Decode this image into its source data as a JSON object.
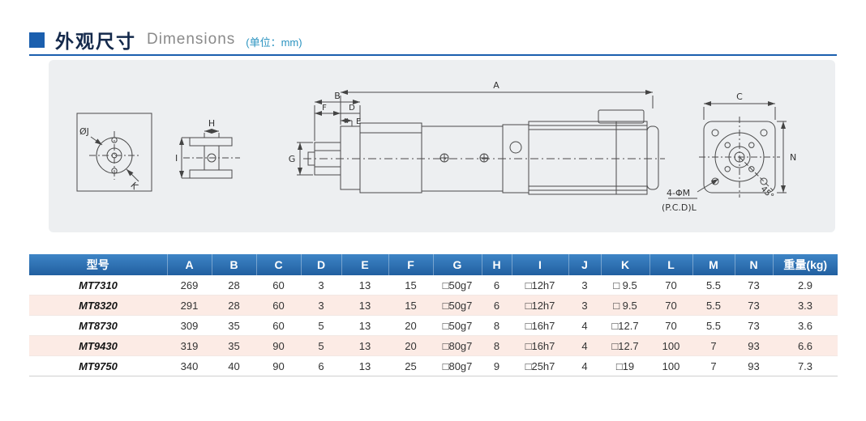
{
  "header": {
    "title_cn": "外观尺寸",
    "title_en": "Dimensions",
    "unit_note": "(单位：mm)"
  },
  "colors": {
    "accent": "#1b5fae",
    "table_header": "#2e6fb0",
    "row_alt": "#fcebe5",
    "unit_text": "#2a93c0"
  },
  "diagram": {
    "labels": {
      "left_detail": [
        "ØJ",
        "K",
        "H",
        "I"
      ],
      "side_view": [
        "B",
        "F",
        "D",
        "E",
        "A",
        "G"
      ],
      "front_view": [
        "C",
        "N",
        "4-ΦM",
        "(P.C.D)L",
        "45°"
      ]
    }
  },
  "table": {
    "columns": [
      "型号",
      "A",
      "B",
      "C",
      "D",
      "E",
      "F",
      "G",
      "H",
      "I",
      "J",
      "K",
      "L",
      "M",
      "N",
      "重量(kg)"
    ],
    "rows": [
      [
        "MT7310",
        "269",
        "28",
        "60",
        "3",
        "13",
        "15",
        "□50g7",
        "6",
        "□12h7",
        "3",
        "□ 9.5",
        "70",
        "5.5",
        "73",
        "2.9"
      ],
      [
        "MT8320",
        "291",
        "28",
        "60",
        "3",
        "13",
        "15",
        "□50g7",
        "6",
        "□12h7",
        "3",
        "□ 9.5",
        "70",
        "5.5",
        "73",
        "3.3"
      ],
      [
        "MT8730",
        "309",
        "35",
        "60",
        "5",
        "13",
        "20",
        "□50g7",
        "8",
        "□16h7",
        "4",
        "□12.7",
        "70",
        "5.5",
        "73",
        "3.6"
      ],
      [
        "MT9430",
        "319",
        "35",
        "90",
        "5",
        "13",
        "20",
        "□80g7",
        "8",
        "□16h7",
        "4",
        "□12.7",
        "100",
        "7",
        "93",
        "6.6"
      ],
      [
        "MT9750",
        "340",
        "40",
        "90",
        "6",
        "13",
        "25",
        "□80g7",
        "9",
        "□25h7",
        "4",
        "□19",
        "100",
        "7",
        "93",
        "7.3"
      ]
    ]
  }
}
